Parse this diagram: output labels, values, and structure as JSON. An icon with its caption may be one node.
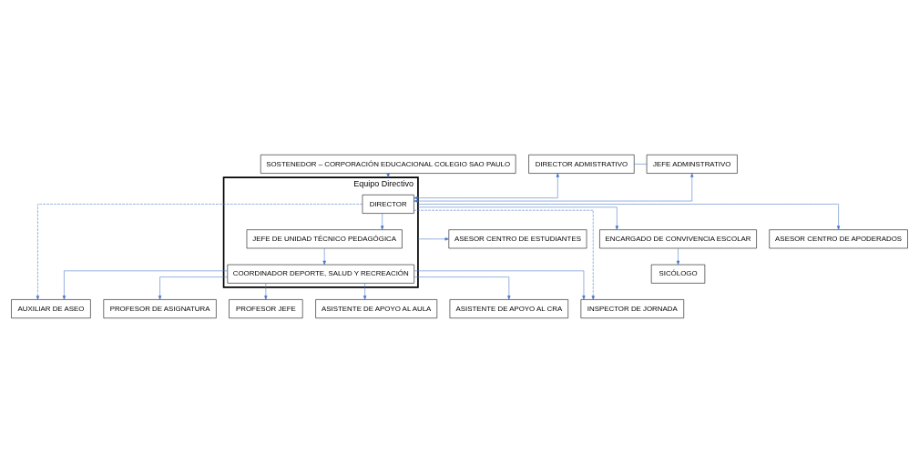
{
  "diagram": {
    "nodes": [
      {
        "text": [
          "SOSTENEDOR – CORPORACIÓN EDUCACIONAL COLEGIO SAO PAULO"
        ]
      },
      {
        "text": [
          "Equipo Directivo"
        ]
      },
      {
        "text": [
          "DIRECTOR"
        ],
        "in": 1
      },
      {
        "text": [
          "JEFE ADMINSTRATIVO"
        ]
      },
      {
        "text": [
          "DIRECTOR ADMISTRATIVO"
        ]
      },
      {
        "text": [
          "JEFE DE UNIDAD TÉCNICO PEDAGÓGICA"
        ],
        "in": 1
      },
      {
        "text": [
          "ASESOR CENTRO DE ESTUDIANTES"
        ]
      },
      {
        "text": [
          "ENCARGADO DE CONVIVENCIA ESCOLAR"
        ]
      },
      {
        "text": [
          "COORDINADOR DEPORTE, SALUD Y RECREACIÓN"
        ],
        "in": 1
      },
      {
        "text": [
          "ASESOR CENTRO DE APODERADOS"
        ]
      },
      {
        "text": [
          "SICÓLOGO"
        ]
      },
      {
        "text": [
          "AUXILIAR DE ASEO"
        ]
      },
      {
        "text": [
          "INSPECTOR DE JORNADA"
        ]
      },
      {
        "text": [
          "PROFESOR DE ASIGNATURA"
        ]
      },
      {
        "text": [
          "PROFESOR JEFE"
        ]
      },
      {
        "text": [
          "ASISTENTE DE APOYO AL AULA"
        ]
      },
      {
        "text": [
          "ASISTENTE DE APOYO AL CRA"
        ]
      }
    ],
    "edges": [
      {
        "from": 0,
        "to": 1,
        "arrow": "to"
      },
      {
        "from": 3,
        "to": 2,
        "arrow": "both"
      },
      {
        "from": 2,
        "to": 4,
        "arrow": "both"
      },
      {
        "from": 3,
        "to": 4,
        "arrow": "none"
      },
      {
        "from": 2,
        "to": 5,
        "arrow": "to"
      },
      {
        "from": 2,
        "to": 11,
        "arrow": "to",
        "style": "dashed"
      },
      {
        "from": 2,
        "to": 12,
        "arrow": "to",
        "style": "dashed"
      },
      {
        "from": 1,
        "to": 6,
        "arrow": "to"
      },
      {
        "from": 1,
        "to": 7,
        "arrow": "to"
      },
      {
        "from": 5,
        "to": 8,
        "arrow": "to"
      },
      {
        "from": 1,
        "to": 9,
        "arrow": "to"
      },
      {
        "from": 7,
        "to": 10,
        "arrow": "to"
      },
      {
        "from": 8,
        "to": 11,
        "arrow": "to"
      },
      {
        "from": 8,
        "to": 12,
        "arrow": "to"
      },
      {
        "from": 8,
        "to": 13,
        "arrow": "to"
      },
      {
        "from": 8,
        "to": 14,
        "arrow": "to"
      },
      {
        "from": 8,
        "to": 15,
        "arrow": "to"
      },
      {
        "from": 8,
        "to": 16,
        "arrow": "to"
      }
    ]
  }
}
